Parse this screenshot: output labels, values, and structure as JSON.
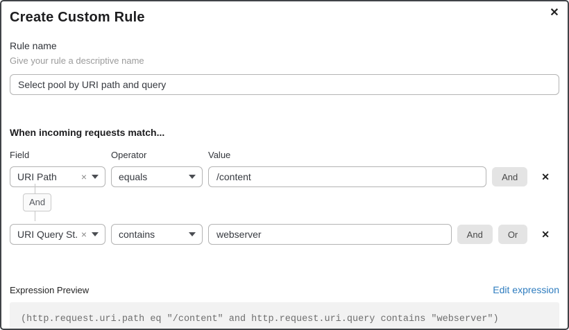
{
  "dialog": {
    "title": "Create Custom Rule"
  },
  "rule_name": {
    "label": "Rule name",
    "hint": "Give your rule a descriptive name",
    "value": "Select pool by URI path and query"
  },
  "conditions": {
    "heading": "When incoming requests match...",
    "column_labels": {
      "field": "Field",
      "operator": "Operator",
      "value": "Value"
    },
    "rows": [
      {
        "field": "URI Path",
        "operator": "equals",
        "value": "/content",
        "buttons": [
          "And"
        ]
      },
      {
        "field": "URI Query St...",
        "operator": "contains",
        "value": "webserver",
        "buttons": [
          "And",
          "Or"
        ]
      }
    ],
    "connector_label": "And"
  },
  "expression_preview": {
    "label": "Expression Preview",
    "edit_link": "Edit expression",
    "expression": "(http.request.uri.path eq \"/content\" and http.request.uri.query contains \"webserver\")"
  },
  "icons": {
    "close": "✕",
    "clear": "×",
    "remove": "✕"
  },
  "colors": {
    "link_blue": "#2e7cbf",
    "button_gray": "#e4e4e4",
    "border_gray": "#b3b3b3"
  }
}
